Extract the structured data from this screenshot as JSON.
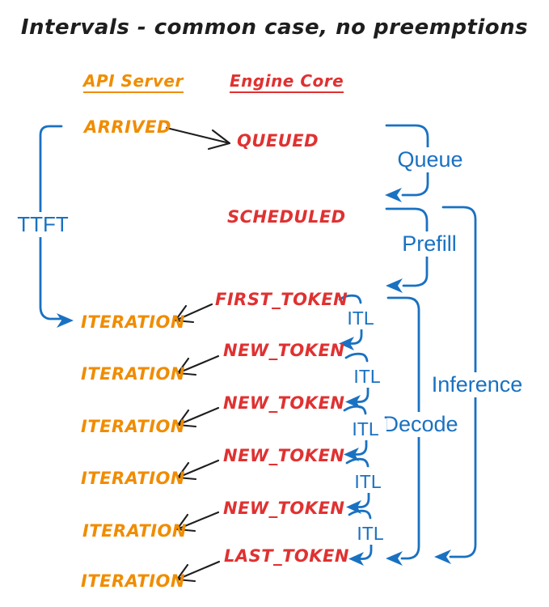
{
  "title": "Intervals - common case, no preemptions",
  "columns": {
    "api_server": {
      "label": "API Server"
    },
    "engine_core": {
      "label": "Engine Core"
    }
  },
  "api_events": {
    "arrived": "ARRIVED",
    "iterations": [
      "ITERATION",
      "ITERATION",
      "ITERATION",
      "ITERATION",
      "ITERATION",
      "ITERATION"
    ]
  },
  "engine_events": {
    "queued": "QUEUED",
    "scheduled": "SCHEDULED",
    "first_token": "FIRST_TOKEN",
    "new_tokens": [
      "NEW_TOKEN",
      "NEW_TOKEN",
      "NEW_TOKEN",
      "NEW_TOKEN"
    ],
    "last_token": "LAST_TOKEN"
  },
  "intervals": {
    "ttft": "TTFT",
    "queue": "Queue",
    "prefill": "Prefill",
    "decode": "Decode",
    "inference": "Inference",
    "itl": [
      "ITL",
      "ITL",
      "ITL",
      "ITL",
      "ITL"
    ]
  },
  "colors": {
    "orange": "#f08c00",
    "red": "#e03131",
    "blue": "#1971c2",
    "black": "#1e1e1e"
  }
}
